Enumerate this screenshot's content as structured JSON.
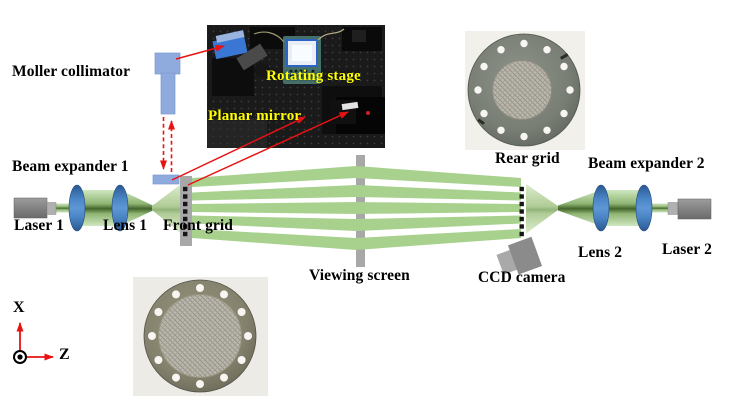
{
  "labels": {
    "moller_collimator": "Moller collimator",
    "beam_expander_1": "Beam expander 1",
    "laser_1": "Laser 1",
    "lens_1": "Lens 1",
    "front_grid": "Front grid",
    "viewing_screen": "Viewing screen",
    "rear_grid": "Rear grid",
    "beam_expander_2": "Beam expander 2",
    "lens_2": "Lens 2",
    "laser_2": "Laser 2",
    "ccd_camera": "CCD camera",
    "axis_x": "X",
    "axis_z": "Z"
  },
  "photo_labels": {
    "rotating_stage": "Rotating stage",
    "planar_mirror": "Planar mirror"
  },
  "colors": {
    "beam_green": "#a9d18e",
    "beam_core_dark": "#466b2d",
    "cone_light": "#cfe3ba",
    "lens_blue": "#3f7cc1",
    "collimator_blue": "#8faadc",
    "component_gray": "#a8a8a8",
    "laser_gray": "#7f7f7f",
    "arrow_red": "#e81212",
    "photo_label_yellow": "#ffff00",
    "grid_dot_black": "#151515"
  }
}
